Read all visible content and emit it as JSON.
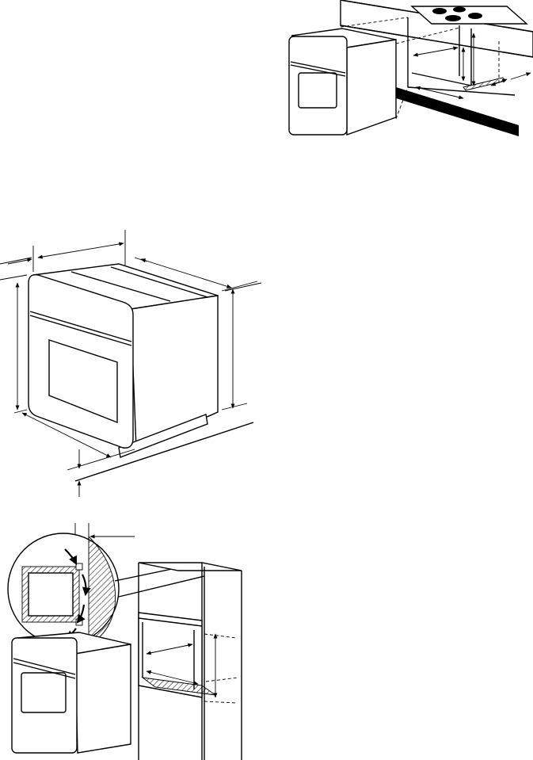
{
  "figures": [
    {
      "id": "built-under-hob-installation"
    },
    {
      "id": "oven-dimensions"
    },
    {
      "id": "column-ventilation-installation"
    }
  ]
}
